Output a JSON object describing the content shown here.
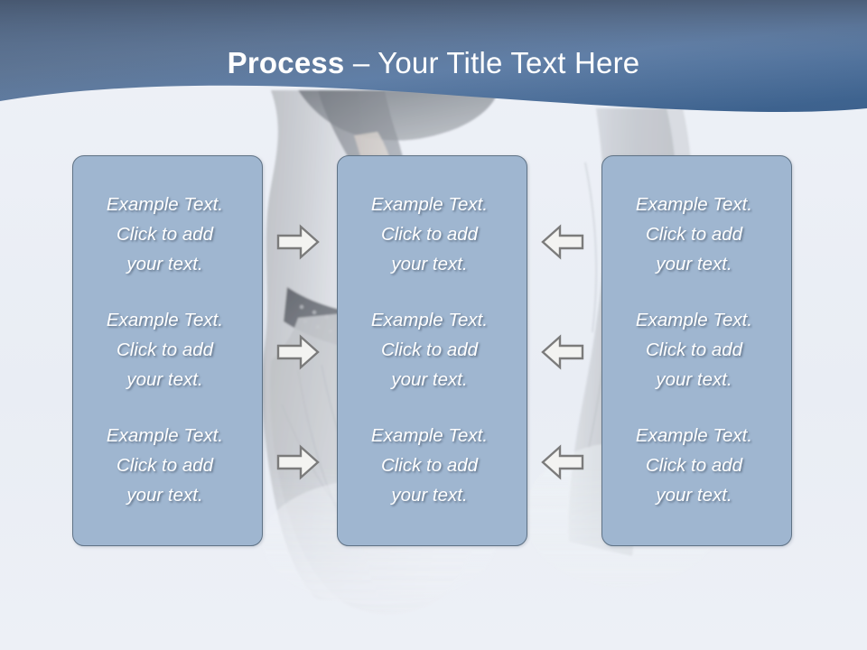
{
  "slide": {
    "title_bold": "Process",
    "title_rest": " – Your Title Text Here",
    "background_color": "#edf1f7",
    "header_gradient_start": "#4e6079",
    "header_gradient_end": "#3f6490",
    "box_fill_color": "#9fb6d0",
    "box_border_color": "#5f7285",
    "text_color": "#ffffff",
    "arrow_fill_color": "#f2f2f0",
    "arrow_border_color": "#7a7a7a"
  },
  "columns": [
    {
      "name": "column-1",
      "items": [
        {
          "text": "Example Text.\nClick  to add\nyour text."
        },
        {
          "text": "Example Text.\nClick  to add\nyour text."
        },
        {
          "text": "Example Text.\nClick  to add\nyour text."
        }
      ]
    },
    {
      "name": "column-2",
      "items": [
        {
          "text": "Example Text.\nClick  to add\nyour text."
        },
        {
          "text": "Example Text.\nClick  to add\nyour text."
        },
        {
          "text": "Example Text.\nClick  to add\nyour text."
        }
      ]
    },
    {
      "name": "column-3",
      "items": [
        {
          "text": "Example Text.\nClick  to add\nyour text."
        },
        {
          "text": "Example Text.\nClick  to add\nyour text."
        },
        {
          "text": "Example Text.\nClick  to add\nyour text."
        }
      ]
    }
  ],
  "connectors": {
    "left_group_direction": "right-arrow",
    "right_group_direction": "left-arrow",
    "rows": 3
  }
}
